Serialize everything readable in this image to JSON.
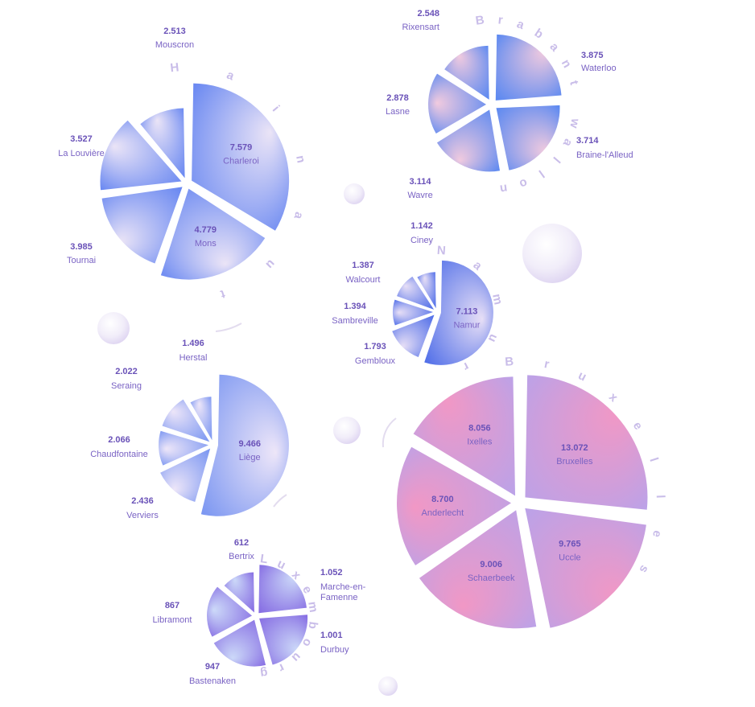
{
  "chart_data": [
    {
      "type": "pie",
      "title": "Hainaut",
      "categories": [
        "Charleroi",
        "Mons",
        "Tournai",
        "La Louvière",
        "Mouscron"
      ],
      "values": [
        7579,
        4779,
        3985,
        3527,
        2513
      ],
      "labels": [
        "7.579",
        "4.779",
        "3.985",
        "3.527",
        "2.513"
      ],
      "colors": [
        "#5a7cf0",
        "#e9e2f6"
      ]
    },
    {
      "type": "pie",
      "title": "Brabant wallon",
      "categories": [
        "Waterloo",
        "Braine-l'Alleud",
        "Wavre",
        "Lasne",
        "Rixensart"
      ],
      "values": [
        3875,
        3714,
        3114,
        2878,
        2548
      ],
      "labels": [
        "3.875",
        "3.714",
        "3.114",
        "2.878",
        "2.548"
      ],
      "colors": [
        "#4a7df0",
        "#f0c6dc"
      ]
    },
    {
      "type": "pie",
      "title": "Namur",
      "categories": [
        "Namur",
        "Gembloux",
        "Sambreville",
        "Walcourt",
        "Ciney"
      ],
      "values": [
        7113,
        1793,
        1394,
        1387,
        1142
      ],
      "labels": [
        "7.113",
        "1.793",
        "1.394",
        "1.387",
        "1.142"
      ],
      "colors": [
        "#3d5fe6",
        "#e5dcf5"
      ]
    },
    {
      "type": "pie",
      "title": "Liège",
      "categories": [
        "Liège",
        "Verviers",
        "Chaudfontaine",
        "Seraing",
        "Herstal"
      ],
      "values": [
        9466,
        2436,
        2066,
        2022,
        1496
      ],
      "labels": [
        "9.466",
        "2.436",
        "2.066",
        "2.022",
        "1.496"
      ],
      "colors": [
        "#6e8cf0",
        "#ece4f8"
      ]
    },
    {
      "type": "pie",
      "title": "Bruxelles",
      "categories": [
        "Bruxelles",
        "Uccle",
        "Schaerbeek",
        "Anderlecht",
        "Ixelles"
      ],
      "values": [
        13072,
        9765,
        9006,
        8700,
        8056
      ],
      "labels": [
        "13.072",
        "9.765",
        "9.006",
        "8.700",
        "8.056"
      ],
      "colors": [
        "#b59ae6",
        "#f08fc0"
      ]
    },
    {
      "type": "pie",
      "title": "Luxembourg",
      "categories": [
        "Marche-en-Famenne",
        "Durbuy",
        "Bastenaken",
        "Libramont",
        "Bertrix"
      ],
      "values": [
        1052,
        1001,
        947,
        867,
        612
      ],
      "labels": [
        "1.052",
        "1.001",
        "947",
        "867",
        "612"
      ],
      "colors": [
        "#7a5ee0",
        "#c8d6f8"
      ]
    }
  ]
}
